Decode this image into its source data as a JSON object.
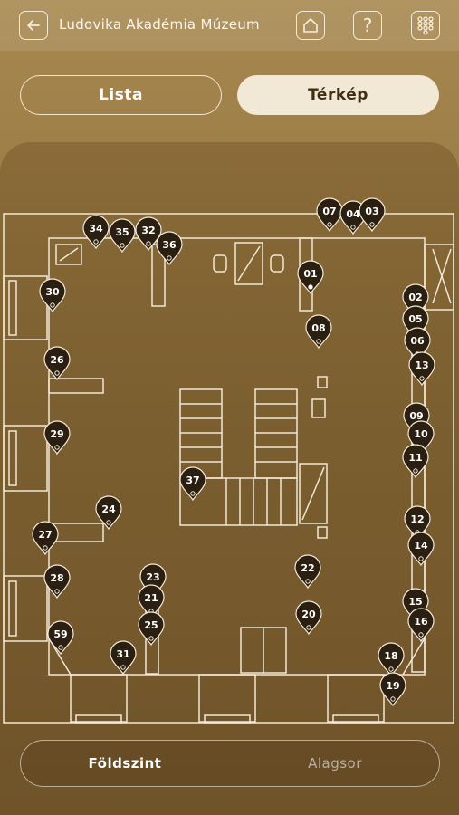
{
  "header": {
    "title": "Ludovika Akadémia Múzeum"
  },
  "tabs": {
    "list": "Lista",
    "map": "Térkép",
    "active": "map"
  },
  "floors": {
    "ground": "Földszint",
    "basement": "Alagsor",
    "active": "ground"
  },
  "markers": [
    {
      "id": "34",
      "label": "34"
    },
    {
      "id": "35",
      "label": "35"
    },
    {
      "id": "32",
      "label": "32"
    },
    {
      "id": "36",
      "label": "36"
    },
    {
      "id": "07",
      "label": "07"
    },
    {
      "id": "04",
      "label": "04"
    },
    {
      "id": "03",
      "label": "03"
    },
    {
      "id": "01",
      "label": "01"
    },
    {
      "id": "30",
      "label": "30"
    },
    {
      "id": "02",
      "label": "02"
    },
    {
      "id": "05",
      "label": "05"
    },
    {
      "id": "08",
      "label": "08"
    },
    {
      "id": "06",
      "label": "06"
    },
    {
      "id": "26",
      "label": "26"
    },
    {
      "id": "13",
      "label": "13"
    },
    {
      "id": "09",
      "label": "09"
    },
    {
      "id": "29",
      "label": "29"
    },
    {
      "id": "10",
      "label": "10"
    },
    {
      "id": "11",
      "label": "11"
    },
    {
      "id": "37",
      "label": "37"
    },
    {
      "id": "24",
      "label": "24"
    },
    {
      "id": "12",
      "label": "12"
    },
    {
      "id": "27",
      "label": "27"
    },
    {
      "id": "14",
      "label": "14"
    },
    {
      "id": "28",
      "label": "28"
    },
    {
      "id": "23",
      "label": "23"
    },
    {
      "id": "22",
      "label": "22"
    },
    {
      "id": "21",
      "label": "21"
    },
    {
      "id": "15",
      "label": "15"
    },
    {
      "id": "25",
      "label": "25"
    },
    {
      "id": "20",
      "label": "20"
    },
    {
      "id": "16",
      "label": "16"
    },
    {
      "id": "59",
      "label": "59"
    },
    {
      "id": "31",
      "label": "31"
    },
    {
      "id": "18",
      "label": "18"
    },
    {
      "id": "19",
      "label": "19"
    }
  ]
}
